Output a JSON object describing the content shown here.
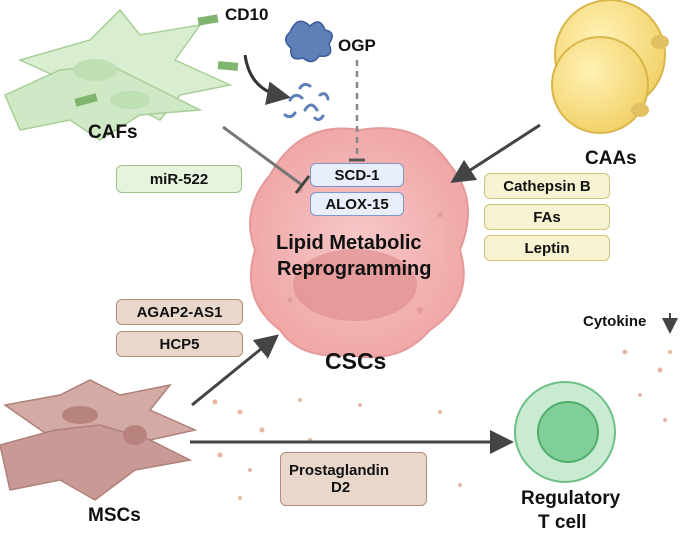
{
  "cells": {
    "cafs": "CAFs",
    "caas": "CAAs",
    "mscs": "MSCs",
    "cscs": "CSCs",
    "treg_line1": "Regulatory",
    "treg_line2": "T cell"
  },
  "markers": {
    "cd10": "CD10",
    "ogp": "OGP",
    "cytokine": "Cytokine"
  },
  "targets": {
    "scd1": "SCD-1",
    "alox15": "ALOX-15"
  },
  "central_text": {
    "line1": "Lipid Metabolic",
    "line2": "Reprogramming"
  },
  "caf_factors": [
    "miR-522"
  ],
  "caa_factors": [
    "Cathepsin B",
    "FAs",
    "Leptin"
  ],
  "msc_factors": [
    "AGAP2-AS1",
    "HCP5"
  ],
  "msc_treg_factor": {
    "line1": "Prostaglandin",
    "line2": "D2"
  },
  "colors": {
    "caf_green": "#cfe8c5",
    "caa_yellow": "#f7dd75",
    "msc_brown": "#c99a95",
    "csc_pink": "#f4b5b5",
    "treg_green": "#7fcf96",
    "arrow": "#444444"
  }
}
